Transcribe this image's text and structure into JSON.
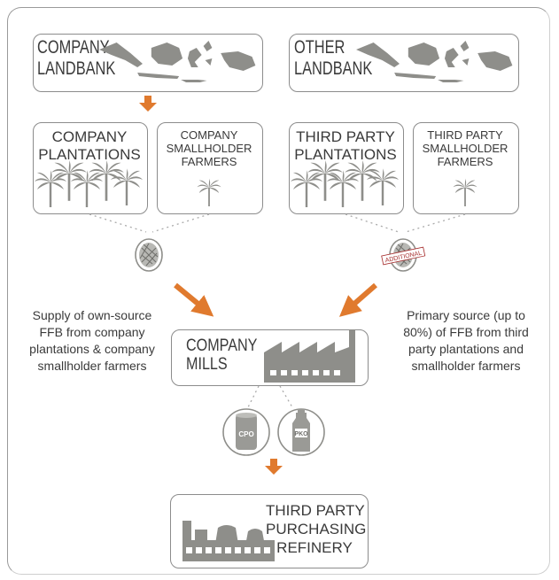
{
  "company_landbank": {
    "line1": "COMPANY",
    "line2": "LANDBANK"
  },
  "other_landbank": {
    "line1": "OTHER",
    "line2": "LANDBANK"
  },
  "company_plantations": {
    "line1": "COMPANY",
    "line2": "PLANTATIONS"
  },
  "company_smallholder": {
    "line1": "COMPANY",
    "line2": "SMALLHOLDER",
    "line3": "FARMERS"
  },
  "third_party_plantations": {
    "line1": "THIRD PARTY",
    "line2": "PLANTATIONS"
  },
  "third_party_smallholder": {
    "line1": "THIRD PARTY",
    "line2": "SMALLHOLDER",
    "line3": "FARMERS"
  },
  "fruit_additional_label": "ADDITIONAL",
  "left_text": [
    "Supply of own-source",
    "FFB from company",
    "plantations &  company",
    "smallholder farmers"
  ],
  "right_text": [
    "Primary source (up to",
    "80%) of FFB  from third",
    "party plantations  and",
    "smallholder farmers"
  ],
  "company_mills": {
    "line1": "COMPANY",
    "line2": "MILLS"
  },
  "cpo_label": "CPO",
  "pko_label": "PKO",
  "refinery": {
    "line1": "THIRD PARTY",
    "line2": "PURCHASING",
    "line3": "REFINERY"
  },
  "colors": {
    "arrow": "#e07a2e",
    "icon": "#8e8e8a",
    "border": "#8c8c8c",
    "additional": "#a52a2a"
  }
}
